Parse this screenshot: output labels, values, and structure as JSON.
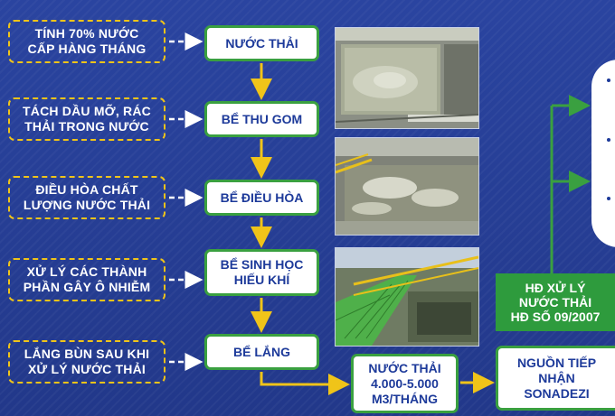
{
  "notes": [
    {
      "lines": [
        "TÍNH 70% NƯỚC",
        "CẤP HÀNG THÁNG"
      ]
    },
    {
      "lines": [
        "TÁCH DẦU MỠ, RÁC",
        "THẢI TRONG NƯỚC"
      ]
    },
    {
      "lines": [
        "ĐIỀU HÒA CHẤT",
        "LƯỢNG NƯỚC THẢI"
      ]
    },
    {
      "lines": [
        "XỬ LÝ CÁC THÀNH",
        "PHẦN GÂY Ô NHIỄM"
      ]
    },
    {
      "lines": [
        "LẮNG BÙN SAU KHI",
        "XỬ LÝ NƯỚC THẢI"
      ]
    }
  ],
  "steps": [
    {
      "lines": [
        "NƯỚC THẢI"
      ]
    },
    {
      "lines": [
        "BỂ THU GOM"
      ]
    },
    {
      "lines": [
        "BỂ ĐIỀU HÒA"
      ]
    },
    {
      "lines": [
        "BỂ SINH HỌC",
        "HIẾU KHÍ"
      ]
    },
    {
      "lines": [
        "BỂ LẮNG"
      ]
    }
  ],
  "treatment_contract": {
    "lines": [
      "HĐ XỬ LÝ",
      "NƯỚC THẢI",
      "HĐ SỐ 09/2007"
    ]
  },
  "discharge_volume": {
    "lines": [
      "NƯỚC THẢI",
      "4.000-5.000",
      "M3/THÁNG"
    ]
  },
  "receiving_source": {
    "lines": [
      "NGUỒN TIẾP",
      "NHẬN",
      "SONADEZI"
    ]
  },
  "colors": {
    "background": "#243a8e",
    "accent_yellow": "#f0c419",
    "accent_green": "#3aa040",
    "text_blue": "#1d3a9a"
  },
  "icons": [
    "tank-photo-1",
    "tank-photo-2",
    "tank-photo-3"
  ]
}
